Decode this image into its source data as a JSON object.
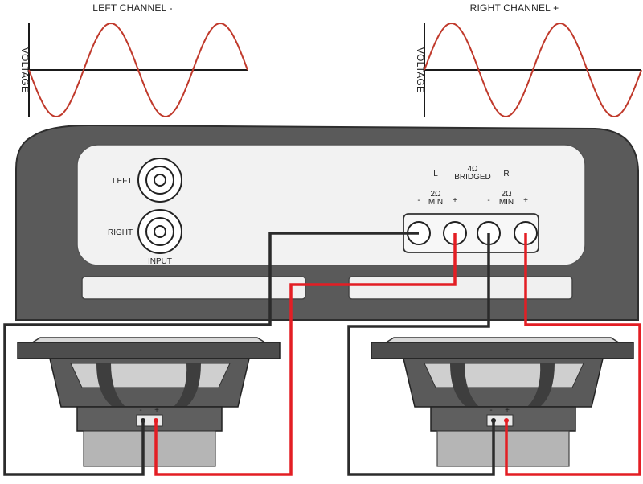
{
  "waveforms": {
    "left_title": "LEFT CHANNEL -",
    "right_title": "RIGHT CHANNEL +",
    "y_label": "VOLTAGE",
    "wave_color": "#c0392b"
  },
  "amplifier": {
    "input_left_label": "LEFT",
    "input_right_label": "RIGHT",
    "input_label": "INPUT",
    "label_L": "L",
    "label_bridged_top": "4Ω",
    "label_bridged_bottom": "BRIDGED",
    "label_R": "R",
    "left_min_top": "2Ω",
    "left_min_bottom": "MIN",
    "right_min_top": "2Ω",
    "right_min_bottom": "MIN",
    "minus_1": "-",
    "plus_1": "+",
    "minus_2": "-",
    "plus_2": "+"
  },
  "speakers": {
    "left_minus": "-",
    "left_plus": "+",
    "right_minus": "-",
    "right_plus": "+"
  },
  "colors": {
    "positive_wire": "#e31e24",
    "negative_wire": "#2b2b2b",
    "chassis": "#5a5a5a",
    "panel": "#f2f2f2"
  }
}
